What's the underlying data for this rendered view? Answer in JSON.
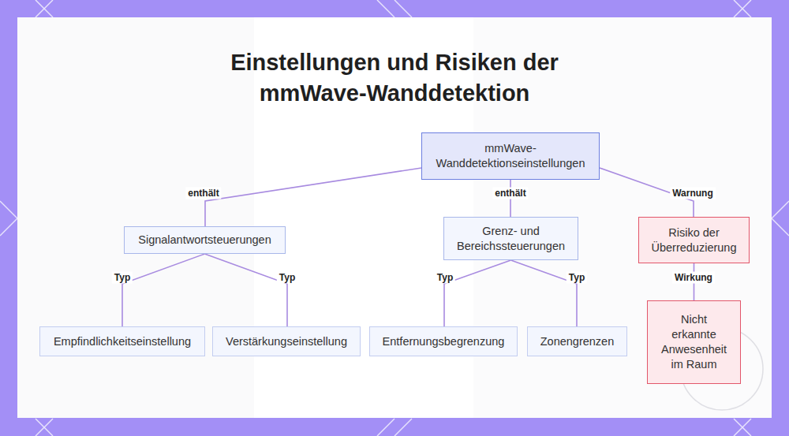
{
  "diagram": {
    "title": "Einstellungen und Risiken der mmWave-Wanddetektion",
    "nodes": [
      {
        "text": [
          "mmWave- Wanddetektionseinstellungen"
        ]
      },
      {
        "text": [
          "Signalantwortsteuerungen"
        ]
      },
      {
        "text": [
          "Grenz- und Bereichssteuerungen"
        ]
      },
      {
        "text": [
          "Risiko der Überreduzierung"
        ]
      },
      {
        "text": [
          "Empfindlichkeitseinstellung"
        ]
      },
      {
        "text": [
          "Verstärkungseinstellung"
        ]
      },
      {
        "text": [
          "Entfernungsbegrenzung"
        ]
      },
      {
        "text": [
          "Zonengrenzen"
        ]
      },
      {
        "text": [
          "Nicht erkannte Anwesenheit im Raum"
        ]
      }
    ],
    "edges": [
      {
        "from": 0,
        "to": 1,
        "label": "enthält",
        "arrow": "none"
      },
      {
        "from": 0,
        "to": 2,
        "label": "enthält",
        "arrow": "none"
      },
      {
        "from": 0,
        "to": 3,
        "label": "Warnung",
        "arrow": "none"
      },
      {
        "from": 1,
        "to": 4,
        "label": "Typ",
        "arrow": "none"
      },
      {
        "from": 1,
        "to": 5,
        "label": "Typ",
        "arrow": "none"
      },
      {
        "from": 2,
        "to": 6,
        "label": "Typ",
        "arrow": "none"
      },
      {
        "from": 2,
        "to": 7,
        "label": "Typ",
        "arrow": "none"
      },
      {
        "from": 3,
        "to": 8,
        "label": "Wirkung",
        "arrow": "none"
      }
    ]
  }
}
